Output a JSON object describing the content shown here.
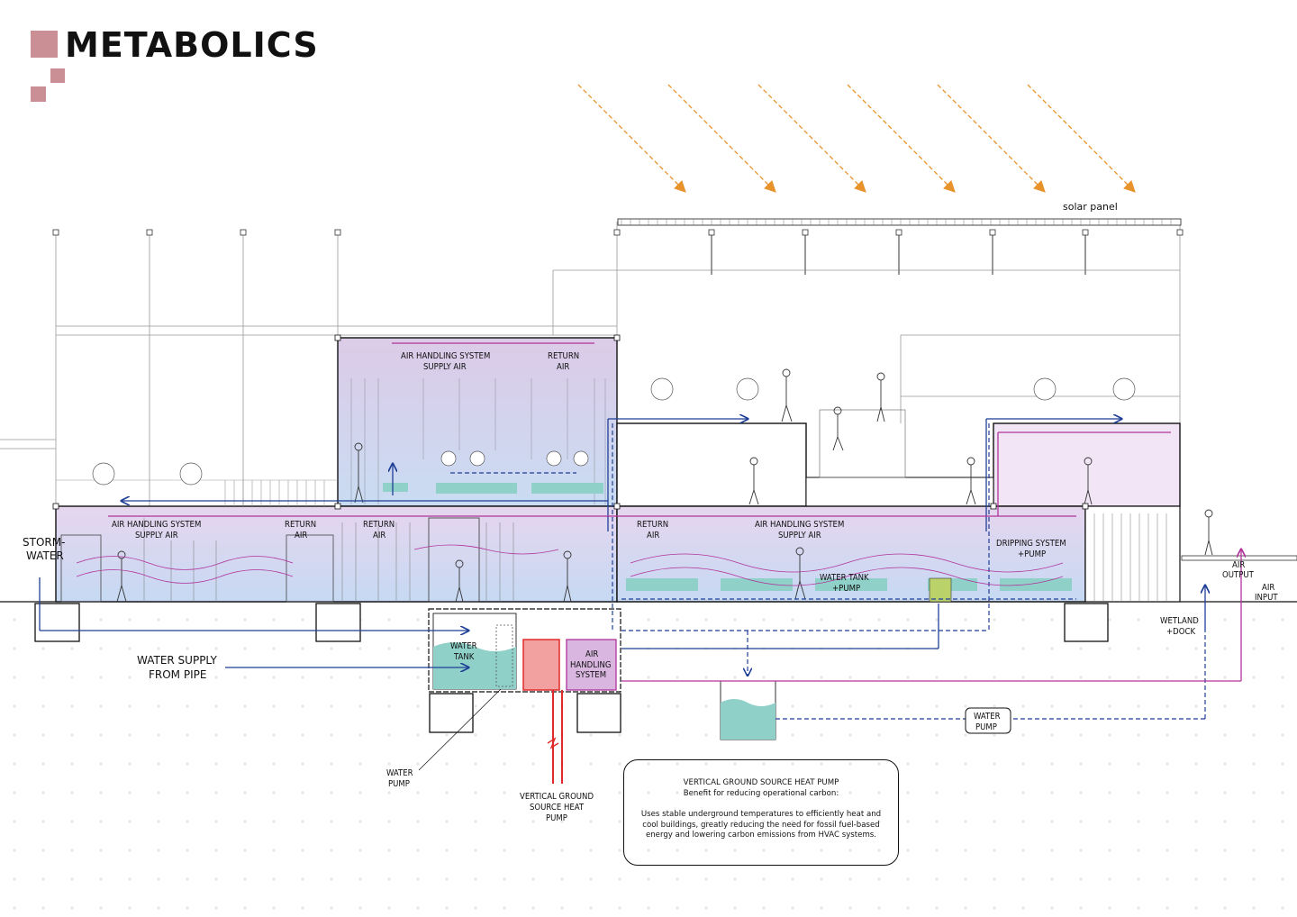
{
  "title": "METABOLICS",
  "colors": {
    "accent": "#c98f94",
    "supply": "#1f3f97",
    "return": "#b1349b",
    "heat": "#e02a2a",
    "water": "#8fd1c8",
    "upper_room": "#d9c6e5",
    "lower_room": "#cbd9f1",
    "solar": "#e8922b"
  },
  "labels": {
    "solar_panel": "solar panel",
    "storm_water_1": "STORM-",
    "storm_water_2": "WATER",
    "water_supply_1": "WATER SUPPLY",
    "water_supply_2": "FROM PIPE",
    "ahs_upper_1": "AIR HANDLING SYSTEM",
    "ahs_upper_2": "SUPPLY AIR",
    "return_upper_1": "RETURN",
    "return_upper_2": "AIR",
    "ahs_left_1": "AIR HANDLING SYSTEM",
    "ahs_left_2": "SUPPLY AIR",
    "return_left_1": "RETURN",
    "return_left_2": "AIR",
    "return_mid_1": "RETURN",
    "return_mid_2": "AIR",
    "return_right_1": "RETURN",
    "return_right_2": "AIR",
    "ahs_right_1": "AIR HANDLING SYSTEM",
    "ahs_right_2": "SUPPLY AIR",
    "water_tank_pump_1": "WATER TANK",
    "water_tank_pump_2": "+PUMP",
    "dripping_1": "DRIPPING SYSTEM",
    "dripping_2": "+PUMP",
    "air_output_1": "AIR",
    "air_output_2": "OUTPUT",
    "air_input_1": "AIR",
    "air_input_2": "INPUT",
    "wetland_1": "WETLAND",
    "wetland_2": "+DOCK",
    "water_tank_1": "WATER",
    "water_tank_2": "TANK",
    "ahs_box_1": "AIR",
    "ahs_box_2": "HANDLING",
    "ahs_box_3": "SYSTEM",
    "water_pump_right_1": "WATER",
    "water_pump_right_2": "PUMP",
    "water_pump_bottom_1": "WATER",
    "water_pump_bottom_2": "PUMP",
    "vgshp_1": "VERTICAL GROUND",
    "vgshp_2": "SOURCE HEAT",
    "vgshp_3": "PUMP"
  },
  "info_box": {
    "heading_1": "VERTICAL GROUND SOURCE HEAT PUMP",
    "heading_2": "Benefit for reducing operational carbon:",
    "body": "Uses stable underground temperatures to efficiently heat and cool buildings, greatly reducing the need for fossil fuel-based energy and lowering carbon emissions from HVAC systems."
  }
}
